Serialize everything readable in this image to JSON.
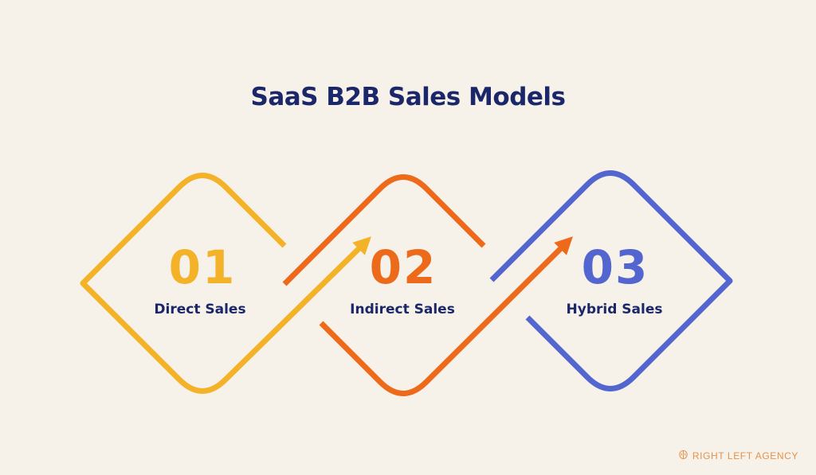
{
  "title": "SaaS B2B Sales Models",
  "steps": [
    {
      "number": "01",
      "label": "Direct Sales",
      "color": "#f4b229"
    },
    {
      "number": "02",
      "label": "Indirect Sales",
      "color": "#ee6a1b"
    },
    {
      "number": "03",
      "label": "Hybrid Sales",
      "color": "#5366cf"
    }
  ],
  "brand": {
    "name": "RIGHT LEFT AGENCY",
    "color": "#e4924a",
    "icon": "brain-icon"
  },
  "colors": {
    "background": "#f6f2ea",
    "text": "#1b2769"
  }
}
